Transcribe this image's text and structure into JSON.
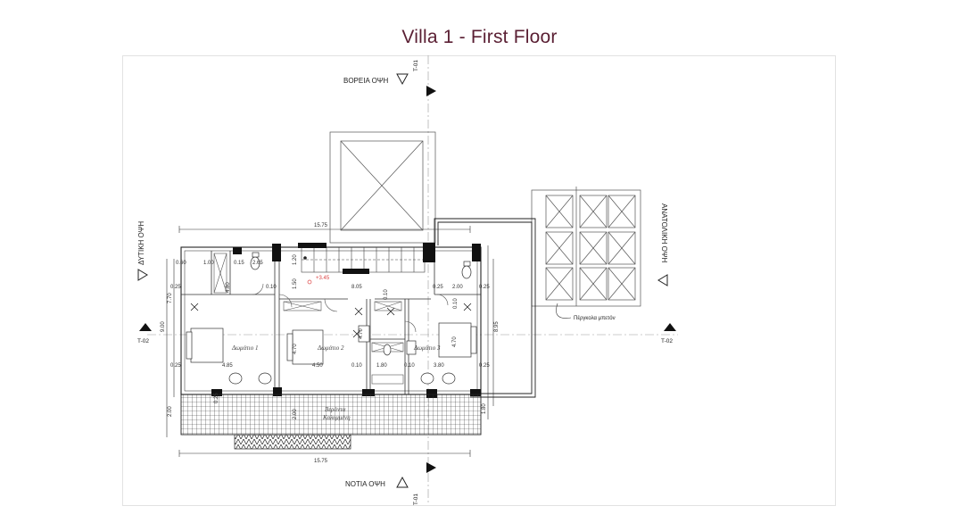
{
  "title": "Villa 1 - First Floor",
  "elevations": {
    "north": "ΒΟΡΕΙΑ ΟΨΗ",
    "south": "ΝΟΤΙΑ ΟΨΗ",
    "west": "ΔΥΤΙΚΗ ΟΨΗ",
    "east": "ΑΝΑΤΟΛΙΚΗ ΟΨΗ"
  },
  "section_marks": {
    "t01_top": "T-01",
    "t01_bottom": "T-01",
    "t02_left": "T-02",
    "t02_right": "T-02"
  },
  "rooms": {
    "room1": "Δωμάτιο 1",
    "room2": "Δωμάτιο 2",
    "room3": "Δωμάτιο 3",
    "veranda_line1": "Βεράντα",
    "veranda_line2": "Καλυμμένη"
  },
  "pergola_note": "Πέργκολα μπετόν",
  "level_mark": "+3.45",
  "dimensions": {
    "top_overall": "15.75",
    "bottom_overall": "15.75",
    "d_0_60": "0.60",
    "d_1_00": "1.00",
    "d_0_15": "0.15",
    "d_2_65": "2.65",
    "d_1_20": "1.20",
    "d_1_50": "1.50",
    "d_0_25_a": "0.25",
    "d_0_25_b": "0.25",
    "d_0_25_c": "0.25",
    "d_0_25_d": "0.25",
    "d_0_25_e": "0.25",
    "d_0_25_f": "0.25",
    "d_0_10_a": "0.10",
    "d_0_10_b": "0.10",
    "d_0_10_c": "0.10",
    "d_0_10_d": "0.10",
    "d_0_10_e": "0.10",
    "d_8_05": "8.05",
    "d_2_00_a": "2.00",
    "d_4_85": "4.85",
    "d_4_50": "4.50",
    "d_1_80": "1.80",
    "d_3_80": "3.80",
    "d_4_70_a": "4.70",
    "d_4_70_b": "4.70",
    "d_4_70_c": "4.70",
    "d_9_00": "9.00",
    "d_7_70": "7.70",
    "d_8_95": "8.95",
    "d_2_00_b": "2.00",
    "d_2_00_c": "2.00",
    "d_1_80_b": "1.80",
    "d_4_80": "4.80"
  }
}
